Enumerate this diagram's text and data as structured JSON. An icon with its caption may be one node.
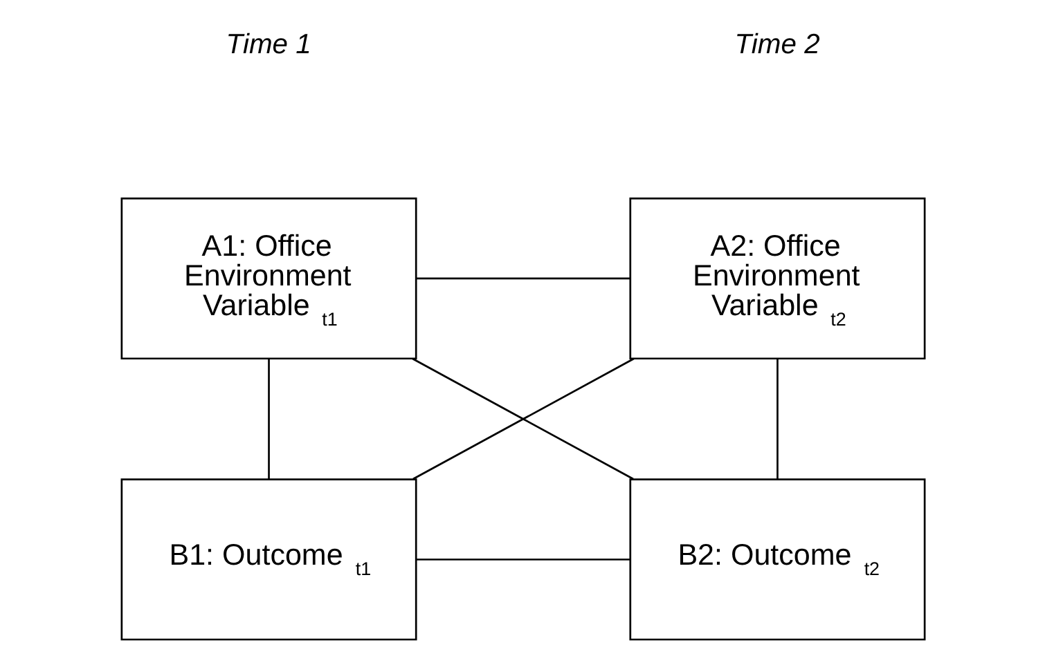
{
  "diagram": {
    "nodes": [
      {
        "text": [
          "A1: Office Environment Variable $_{t1}$"
        ]
      },
      {
        "text": [
          "A2: Office Environment Variable $_{t2}$"
        ]
      },
      {
        "text": [
          "B1: Outcome $_{t1}$"
        ]
      },
      {
        "text": [
          "B2: Outcome $_{t2}$"
        ]
      }
    ],
    "edges": [
      {
        "from": 0,
        "to": 2,
        "arrow": "none"
      },
      {
        "from": 0,
        "to": 1,
        "arrow": "none"
      },
      {
        "from": 0,
        "to": 3,
        "arrow": "none"
      },
      {
        "from": 2,
        "to": 1,
        "arrow": "none"
      },
      {
        "from": 2,
        "to": 3,
        "arrow": "none"
      },
      {
        "from": 1,
        "to": 3,
        "arrow": "none"
      }
    ],
    "labels": [
      "Time 1",
      "Time 2"
    ]
  }
}
